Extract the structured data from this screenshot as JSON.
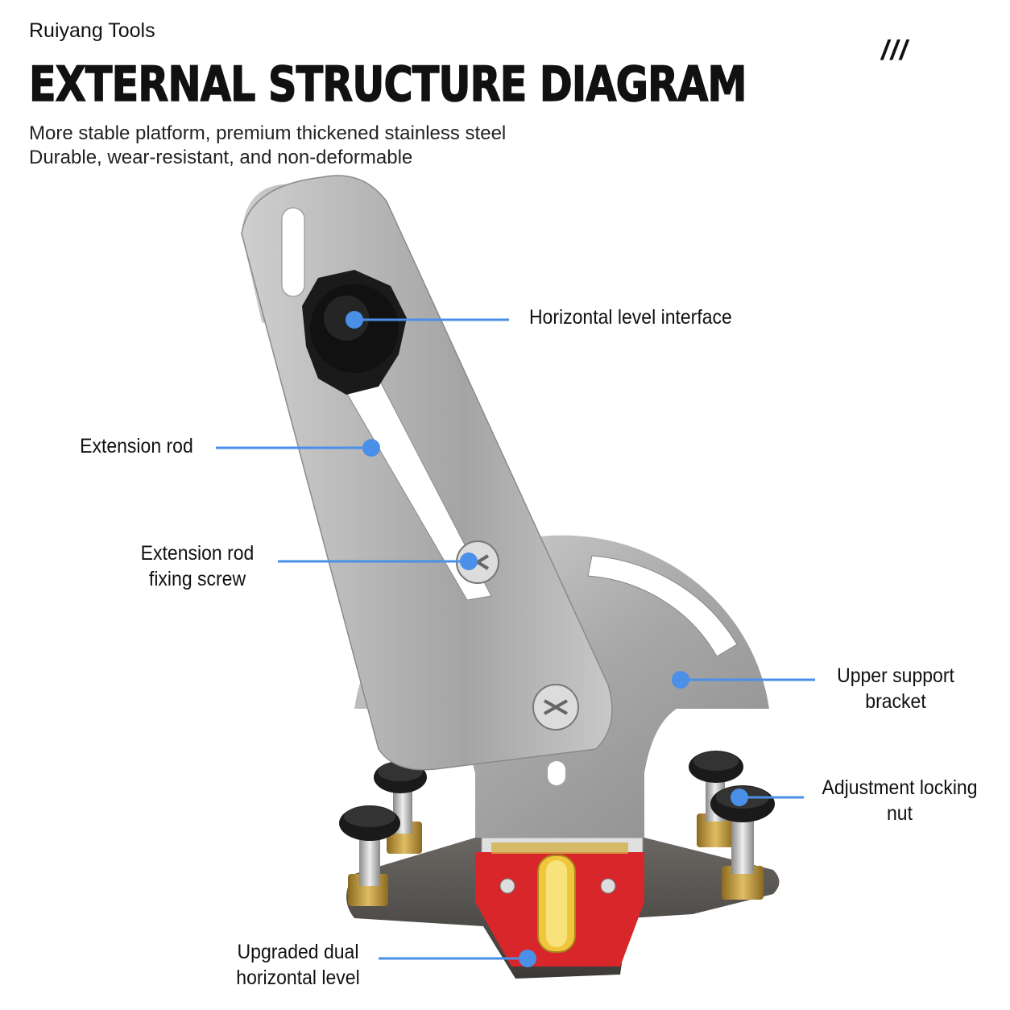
{
  "header": {
    "brand": "Ruiyang Tools",
    "title": "EXTERNAL STRUCTURE DIAGRAM",
    "subtitle_line1": "More stable platform, premium thickened stainless steel",
    "subtitle_line2": "Durable, wear-resistant, and non-deformable",
    "decoration": "///"
  },
  "callouts": {
    "horizontal_level_interface": "Horizontal level interface",
    "extension_rod": "Extension rod",
    "fixing_screw_line1": "Extension rod",
    "fixing_screw_line2": "fixing screw",
    "upper_support_line1": "Upper support",
    "upper_support_line2": "bracket",
    "locking_nut_line1": "Adjustment locking",
    "locking_nut_line2": "nut",
    "level_line1": "Upgraded dual",
    "level_line2": "horizontal level"
  },
  "colors": {
    "callout_blue": "#4a8fe8",
    "steel": "#b9b9b9",
    "level_red": "#d8262a",
    "knob_black": "#1a1a1a",
    "brass": "#b8913a"
  }
}
